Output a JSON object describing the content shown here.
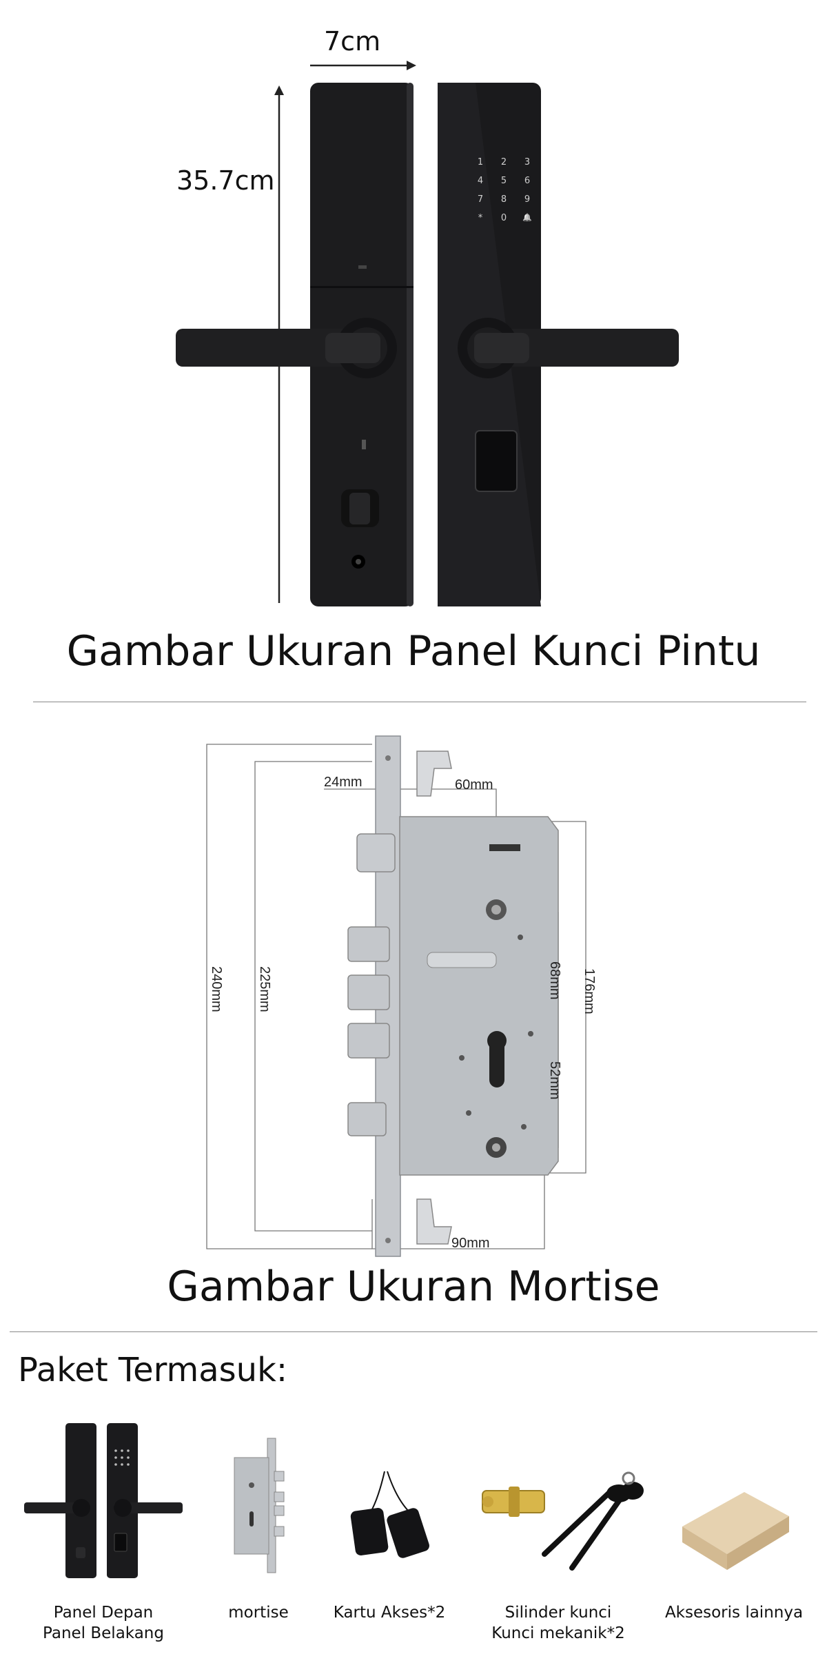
{
  "section1": {
    "width_label": "7cm",
    "height_label": "35.7cm",
    "title": "Gambar Ukuran Panel Kunci Pintu",
    "keypad_keys": [
      "1",
      "2",
      "3",
      "4",
      "5",
      "6",
      "7",
      "8",
      "9",
      "*",
      "0",
      "🔔"
    ]
  },
  "section2": {
    "title": "Gambar Ukuran Mortise",
    "dims": {
      "d24": "24mm",
      "d60": "60mm",
      "d240": "240mm",
      "d225": "225mm",
      "d68": "68mm",
      "d176": "176mm",
      "d52": "52mm",
      "d90": "90mm"
    }
  },
  "section3": {
    "title": "Paket Termasuk:",
    "items": [
      {
        "line1": "Panel Depan",
        "line2": "Panel Belakang",
        "icon": "panel-pair-icon"
      },
      {
        "line1": "mortise",
        "line2": "",
        "icon": "mortise-icon"
      },
      {
        "line1": "Kartu Akses*2",
        "line2": "",
        "icon": "access-card-icon"
      },
      {
        "line1": "Silinder kunci",
        "line2": "Kunci mekanik*2",
        "icon": "cylinder-key-icon"
      },
      {
        "line1": "Aksesoris lainnya",
        "line2": "",
        "icon": "box-icon"
      }
    ]
  },
  "colors": {
    "lock_black": "#1a1a1c",
    "steel": "#b9bdc2",
    "text": "#111111",
    "divider": "#888888"
  }
}
